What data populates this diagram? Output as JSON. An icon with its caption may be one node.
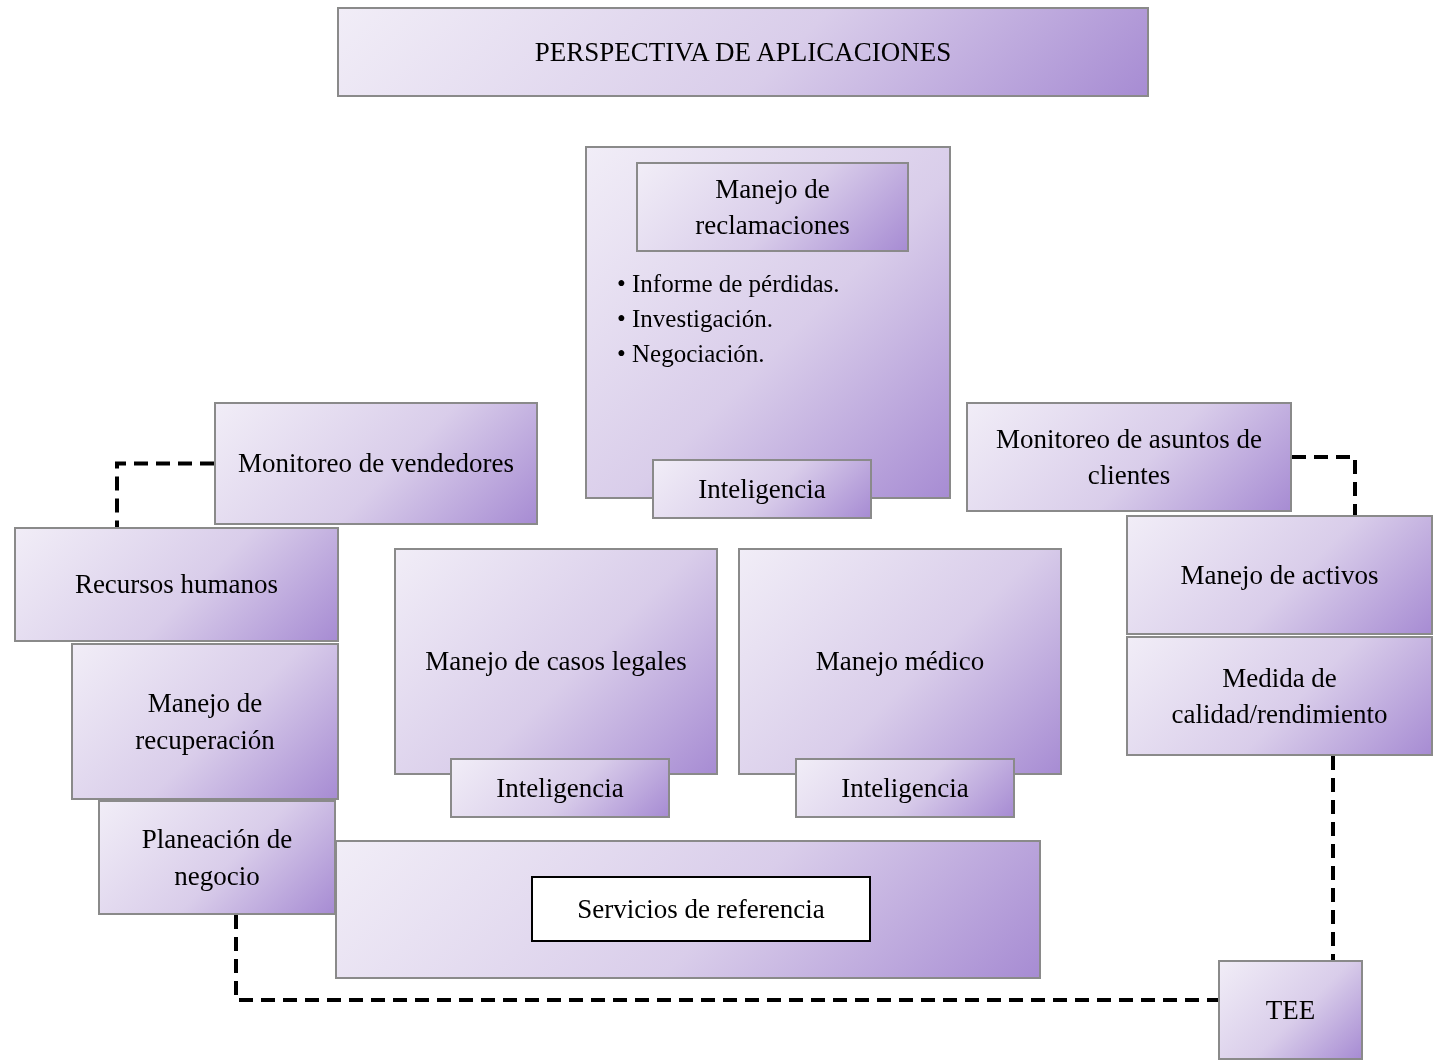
{
  "diagram": {
    "nodes": [
      {
        "text": [
          "PERSPECTIVA DE APLICACIONES"
        ]
      },
      {
        "text": [
          "• Informe de pérdidas.",
          "• Investigación.",
          "• Negociación."
        ]
      },
      {
        "text": [
          "Manejo de reclamaciones"
        ],
        "in": 1
      },
      {
        "text": [
          "Inteligencia"
        ]
      },
      {
        "text": [
          "Monitoreo de vendedores"
        ]
      },
      {
        "text": [
          "Monitoreo de asuntos de clientes"
        ]
      },
      {
        "text": [
          "Recursos humanos"
        ]
      },
      {
        "text": [
          "Manejo de activos"
        ]
      },
      {
        "text": [
          "Manejo de casos legales"
        ]
      },
      {
        "text": [
          "Inteligencia"
        ]
      },
      {
        "text": [
          "Manejo médico"
        ]
      },
      {
        "text": [
          "Inteligencia"
        ]
      },
      {
        "text": [
          "Manejo de recuperación"
        ]
      },
      {
        "text": [
          "Medida de calidad/rendimiento"
        ]
      },
      {
        "text": [
          "Planeación de negocio"
        ]
      },
      {
        "text": [],
        "shape": "box"
      },
      {
        "text": [
          "Servicios de referencia"
        ],
        "in": 15
      },
      {
        "text": [
          "TEE"
        ]
      }
    ],
    "edges": [
      {
        "from": 4,
        "to": 6,
        "arrow": "none",
        "style": "dashed"
      },
      {
        "from": 5,
        "to": 7,
        "arrow": "none",
        "style": "dashed"
      },
      {
        "from": 13,
        "to": 17,
        "arrow": "none",
        "style": "dashed"
      },
      {
        "from": 14,
        "to": 17,
        "arrow": "none",
        "style": "dashed"
      }
    ]
  }
}
